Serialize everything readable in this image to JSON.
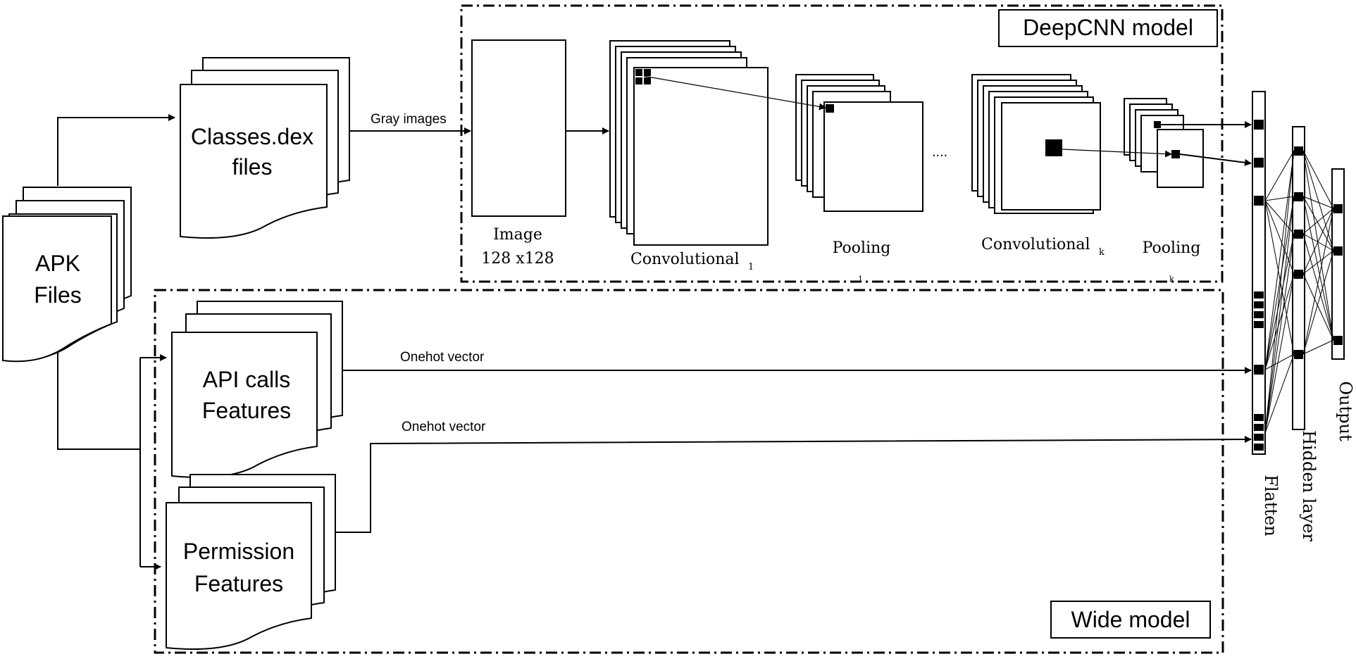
{
  "docs": {
    "apk": [
      "APK",
      "Files"
    ],
    "classes": [
      "Classes.dex",
      "files"
    ],
    "api": [
      "API calls",
      "Features"
    ],
    "perm": [
      "Permission",
      "Features"
    ]
  },
  "edges": {
    "gray_images": "Gray images",
    "onehot_api": "Onehot vector",
    "onehot_perm": "Onehot vector"
  },
  "deep": {
    "title": "DeepCNN model",
    "image_label": [
      "Image",
      "128 x128"
    ],
    "conv1_label": "Convolutional",
    "conv1_sub": "1",
    "pool1_label": "Pooling",
    "pool1_sub": "1",
    "ellipsis": "....",
    "convk_label": "Convolutional",
    "convk_sub": "k",
    "poolk_label": "Pooling",
    "poolk_sub": "k"
  },
  "wide": {
    "title": "Wide model"
  },
  "layers": {
    "flatten": "Flatten",
    "hidden": "Hidden layer",
    "output": "Output"
  }
}
